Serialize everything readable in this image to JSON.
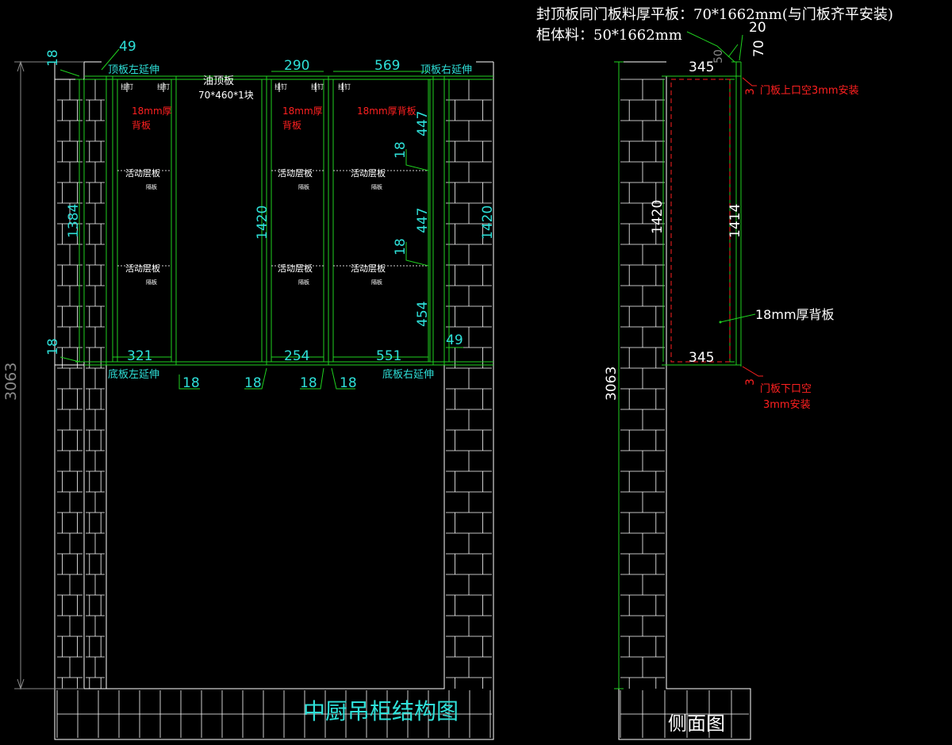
{
  "notes": {
    "top_panel": "封顶板同门板料厚平板：70*1662mm(与门板齐平安装)",
    "body_material": "柜体料：50*1662mm"
  },
  "front": {
    "title": "中厨吊柜结构图",
    "labels": {
      "top_left_ext": "顶板左延伸",
      "top_right_ext": "顶板右延伸",
      "bottom_left_ext": "底板左延伸",
      "bottom_right_ext": "底板右延伸",
      "oil_top_1": "油顶板",
      "oil_top_2": "70*460*1块",
      "hinge": "挂钉",
      "back_red_left_1": "18mm厚",
      "back_red_left_2": "背板",
      "back_red_mid_1": "18mm厚",
      "back_red_mid_2": "背板",
      "back_red_right": "18mm厚背板",
      "shelf": "活动层板",
      "shelf_sub": "隔板"
    },
    "dims": {
      "overall_h": "3063",
      "left_panel_h": "1384",
      "mid_h": "1420",
      "right_h": "1420",
      "top_thk": "18",
      "bot_thk": "18",
      "ext_left": "49",
      "ext_right": "49",
      "w_left": "321",
      "w_mid_top": "290",
      "w_mid_bot": "254",
      "w_right_top": "569",
      "w_right_bot": "551",
      "gap1": "18",
      "gap2": "18",
      "gap3": "18",
      "gap4": "18",
      "sec1": "447",
      "sec2": "447",
      "sec3": "454",
      "shelf1": "18",
      "shelf2": "18"
    }
  },
  "side": {
    "title": "侧面图",
    "back_label": "18mm厚背板",
    "top_gap": "门板上口空3mm安装",
    "bot_gap_1": "门板下口空",
    "bot_gap_2": "3mm安装",
    "dims": {
      "overall_h": "3063",
      "inner_h": "1420",
      "door_h": "1414",
      "depth_top": "345",
      "depth_bot": "345",
      "top_w": "20",
      "top_h": "70",
      "top_50": "50",
      "gap_top": "3",
      "gap_bot": "3"
    }
  },
  "colors": {
    "background": "#000000",
    "wall": "#ffffff",
    "frame": "#1fd11f",
    "dimension": "#2ee0d8",
    "red_text": "#ff2020",
    "red_line": "#ff2020",
    "overall_dim": "#8a8a8a"
  }
}
